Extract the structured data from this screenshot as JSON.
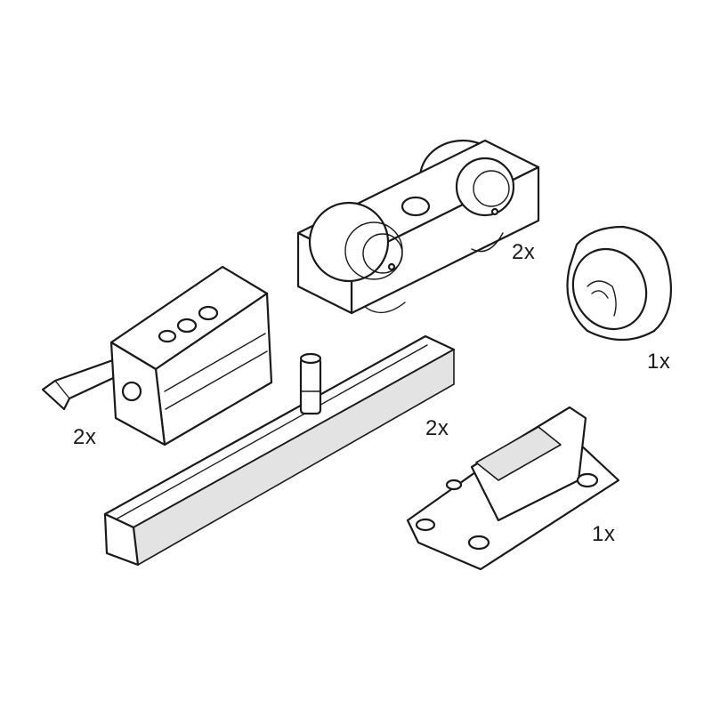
{
  "parts": [
    {
      "id": "roller-carriage",
      "quantity": "2x"
    },
    {
      "id": "rubber-stopper",
      "quantity": "1x"
    },
    {
      "id": "soft-close-damper",
      "quantity": "2x"
    },
    {
      "id": "top-rail-clamp",
      "quantity": "2x"
    },
    {
      "id": "floor-guide",
      "quantity": "1x"
    }
  ]
}
